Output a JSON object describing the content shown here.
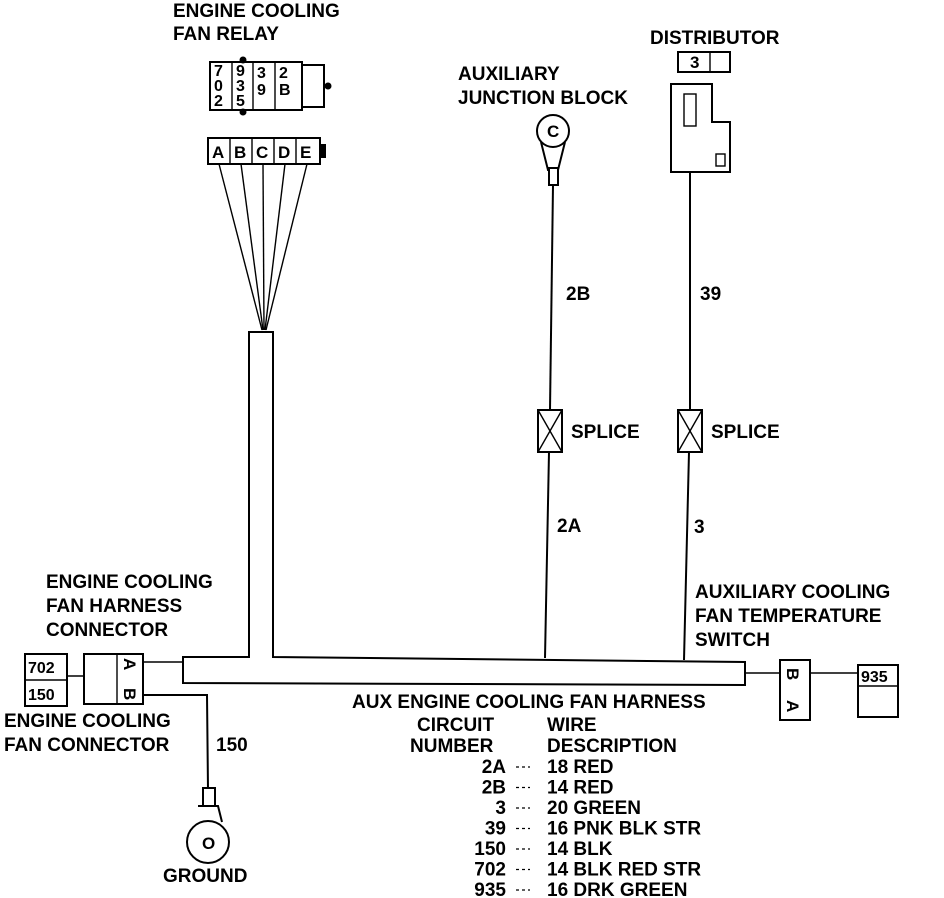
{
  "relay": {
    "title_line1": "ENGINE COOLING",
    "title_line2": "FAN RELAY",
    "cavity_labels": [
      [
        "7",
        "0",
        "2"
      ],
      [
        "9",
        "3",
        "5"
      ],
      [
        "3",
        "9"
      ],
      [
        "2",
        "B"
      ]
    ],
    "pins": [
      "A",
      "B",
      "C",
      "D",
      "E"
    ]
  },
  "aux_junction": {
    "line1": "AUXILIARY",
    "line2": "JUNCTION BLOCK",
    "terminal": "C"
  },
  "distributor": {
    "title": "DISTRIBUTOR",
    "cavity": "3"
  },
  "wires": {
    "w2B": "2B",
    "w39": "39",
    "w2A": "2A",
    "w3": "3",
    "w150": "150"
  },
  "splices": {
    "left": "SPLICE",
    "right": "SPLICE"
  },
  "harness_connector": {
    "line1": "ENGINE COOLING",
    "line2": "FAN HARNESS",
    "line3": "CONNECTOR",
    "pin_a": "A",
    "pin_b": "B"
  },
  "fan_connector": {
    "line1": "ENGINE COOLING",
    "line2": "FAN CONNECTOR",
    "cav_top": "702",
    "cav_bottom": "150"
  },
  "temp_switch": {
    "line1": "AUXILIARY COOLING",
    "line2": "FAN TEMPERATURE",
    "line3": "SWITCH",
    "pin_b": "B",
    "pin_a": "A",
    "cavity": "935"
  },
  "harness_label": "AUX ENGINE COOLING FAN HARNESS",
  "ground_label": "GROUND",
  "ground_terminal": "O",
  "legend": {
    "header_circuit_1": "CIRCUIT",
    "header_circuit_2": "NUMBER",
    "header_wire_1": "WIRE",
    "header_wire_2": "DESCRIPTION",
    "rows": [
      {
        "circuit": "2A",
        "desc": "18 RED"
      },
      {
        "circuit": "2B",
        "desc": "14 RED"
      },
      {
        "circuit": "3",
        "desc": "20 GREEN"
      },
      {
        "circuit": "39",
        "desc": "16 PNK BLK STR"
      },
      {
        "circuit": "150",
        "desc": "14 BLK"
      },
      {
        "circuit": "702",
        "desc": "14 BLK RED STR"
      },
      {
        "circuit": "935",
        "desc": "16 DRK GREEN"
      }
    ]
  }
}
